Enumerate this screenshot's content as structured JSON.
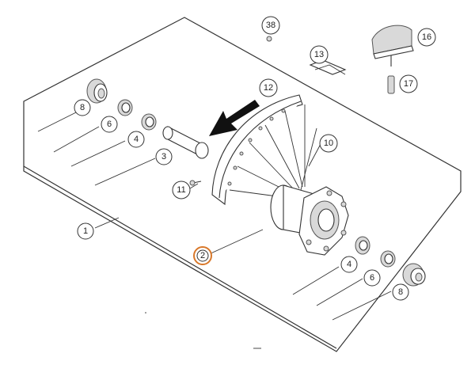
{
  "diagram": {
    "callouts": [
      {
        "id": "c1",
        "label": "1"
      },
      {
        "id": "c2",
        "label": "2",
        "highlighted": true
      },
      {
        "id": "c3",
        "label": "3"
      },
      {
        "id": "c4a",
        "label": "4"
      },
      {
        "id": "c4b",
        "label": "4"
      },
      {
        "id": "c6a",
        "label": "6"
      },
      {
        "id": "c6b",
        "label": "6"
      },
      {
        "id": "c8a",
        "label": "8"
      },
      {
        "id": "c8b",
        "label": "8"
      },
      {
        "id": "c10",
        "label": "10"
      },
      {
        "id": "c11",
        "label": "11"
      },
      {
        "id": "c12",
        "label": "12"
      },
      {
        "id": "c13",
        "label": "13"
      },
      {
        "id": "c16",
        "label": "16"
      },
      {
        "id": "c17",
        "label": "17"
      },
      {
        "id": "c38",
        "label": "38"
      }
    ],
    "colors": {
      "line": "#333333",
      "highlight": "#d9782a",
      "arrow": "#111111",
      "part_fill": "#d9d9d9"
    }
  }
}
